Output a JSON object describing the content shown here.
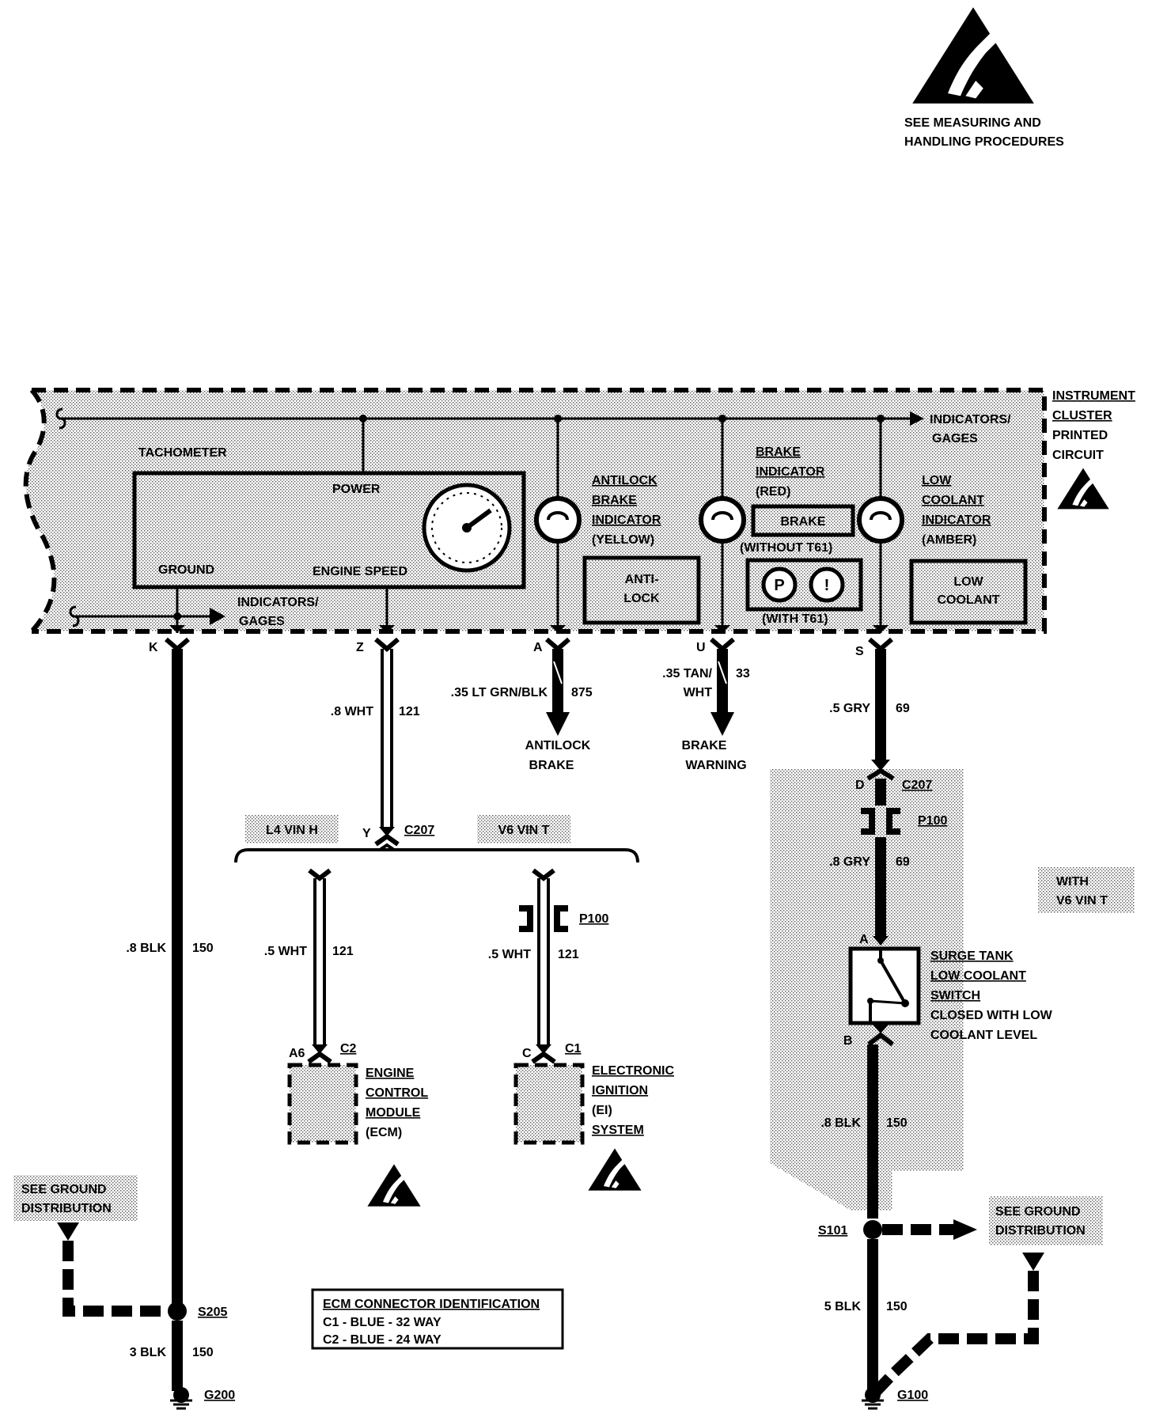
{
  "notice": {
    "line1": "SEE MEASURING AND",
    "line2": "HANDLING PROCEDURES"
  },
  "cluster": {
    "title_line1": "INSTRUMENT",
    "title_line2": "CLUSTER",
    "title_line3": "PRINTED",
    "title_line4": "CIRCUIT",
    "indicators_right_line1": "INDICATORS/",
    "indicators_right_line2": "GAGES",
    "indicators_left_line1": "INDICATORS/",
    "indicators_left_line2": "GAGES"
  },
  "tachometer": {
    "label": "TACHOMETER",
    "power": "POWER",
    "ground": "GROUND",
    "engine_speed": "ENGINE SPEED"
  },
  "antilock_indicator": {
    "line1": "ANTILOCK",
    "line2": "BRAKE",
    "line3": "INDICATOR",
    "line4": "(YELLOW)",
    "lamp_line1": "ANTI-",
    "lamp_line2": "LOCK"
  },
  "brake_indicator": {
    "line1": "BRAKE",
    "line2": "INDICATOR",
    "line3": "(RED)",
    "lamp": "BRAKE",
    "without": "(WITHOUT T61)",
    "with": "(WITH T61)",
    "symbol_p": "P",
    "symbol_i": "!"
  },
  "low_coolant_indicator": {
    "line1": "LOW",
    "line2": "COOLANT",
    "line3": "INDICATOR",
    "line4": "(AMBER)",
    "lamp_line1": "LOW",
    "lamp_line2": "COOLANT"
  },
  "pins": {
    "k": "K",
    "z": "Z",
    "a": "A",
    "u": "U",
    "s": "S",
    "y": "Y",
    "d": "D",
    "a_switch": "A",
    "b_switch": "B",
    "a6": "A6",
    "c": "C"
  },
  "wires": {
    "k_gauge": ".8 BLK",
    "k_circuit": "150",
    "z_gauge": ".8 WHT",
    "z_circuit": "121",
    "a_gauge": ".35 LT GRN/BLK",
    "a_circuit": "875",
    "u_gauge_line1": ".35 TAN/",
    "u_gauge_line2": "WHT",
    "u_circuit": "33",
    "s_gauge": ".5 GRY",
    "s_circuit": "69",
    "sw_gauge": ".8 GRY",
    "sw_circuit": "69",
    "ecm_gauge": ".5 WHT",
    "ecm_circuit": "121",
    "ei_gauge": ".5 WHT",
    "ei_circuit": "121",
    "g200_gauge": "3 BLK",
    "g200_circuit": "150",
    "sw_b_gauge": ".8 BLK",
    "sw_b_circuit": "150",
    "g100_gauge": "5 BLK",
    "g100_circuit": "150"
  },
  "destinations": {
    "antilock_line1": "ANTILOCK",
    "antilock_line2": "BRAKE",
    "brake_line1": "BRAKE",
    "brake_line2": "WARNING"
  },
  "connectors": {
    "c207_a": "C207",
    "c207_b": "C207",
    "p100_a": "P100",
    "p100_b": "P100",
    "c2": "C2",
    "c1": "C1"
  },
  "options": {
    "l4": "L4 VIN H",
    "v6": "V6 VIN T",
    "with_line1": "WITH",
    "with_line2": "V6 VIN T"
  },
  "switch": {
    "line1": "SURGE TANK",
    "line2": "LOW COOLANT",
    "line3": "SWITCH",
    "line4": "CLOSED WITH LOW",
    "line5": "COOLANT LEVEL"
  },
  "ecm": {
    "line1": "ENGINE",
    "line2": "CONTROL",
    "line3": "MODULE",
    "line4": "(ECM)"
  },
  "ei": {
    "line1": "ELECTRONIC",
    "line2": "IGNITION",
    "line3": "(EI)",
    "line4": "SYSTEM"
  },
  "grounds": {
    "s205": "S205",
    "g200": "G200",
    "s101": "S101",
    "g100": "G100",
    "see_left_line1": "SEE GROUND",
    "see_left_line2": "DISTRIBUTION",
    "see_right_line1": "SEE GROUND",
    "see_right_line2": "DISTRIBUTION"
  },
  "ecm_table": {
    "title": "ECM CONNECTOR IDENTIFICATION",
    "row1": "C1 - BLUE - 32 WAY",
    "row2": "C2 - BLUE - 24 WAY"
  }
}
